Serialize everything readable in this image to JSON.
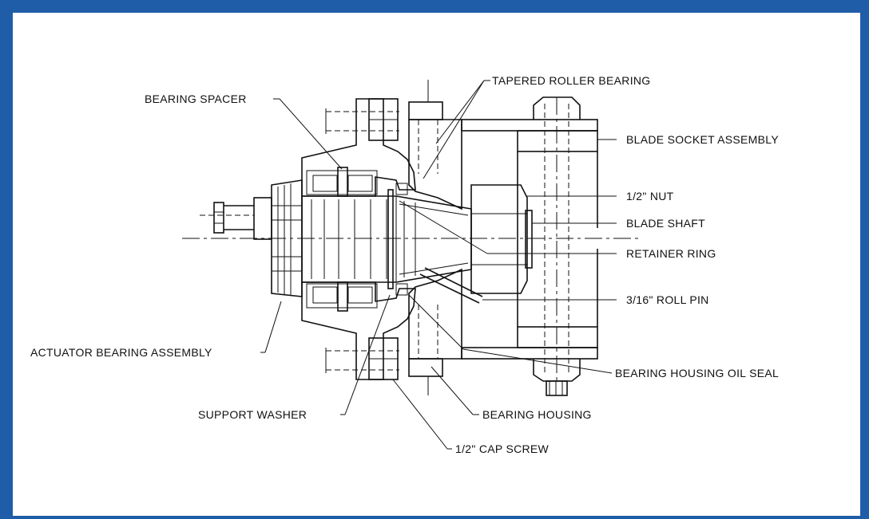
{
  "labels": {
    "bearing_spacer": "BEARING SPACER",
    "tapered_roller_bearing": "TAPERED ROLLER BEARING",
    "blade_socket_assembly": "BLADE SOCKET ASSEMBLY",
    "half_inch_nut": "1/2\" NUT",
    "blade_shaft": "BLADE SHAFT",
    "retainer_ring": "RETAINER RING",
    "roll_pin": "3/16\" ROLL PIN",
    "actuator_bearing_assembly": "ACTUATOR BEARING ASSEMBLY",
    "bearing_housing_oil_seal": "BEARING HOUSING OIL SEAL",
    "support_washer": "SUPPORT WASHER",
    "bearing_housing": "BEARING HOUSING",
    "cap_screw": "1/2\" CAP SCREW"
  },
  "colors": {
    "frame": "#1f5da8",
    "line": "#111111",
    "background": "#ffffff"
  }
}
